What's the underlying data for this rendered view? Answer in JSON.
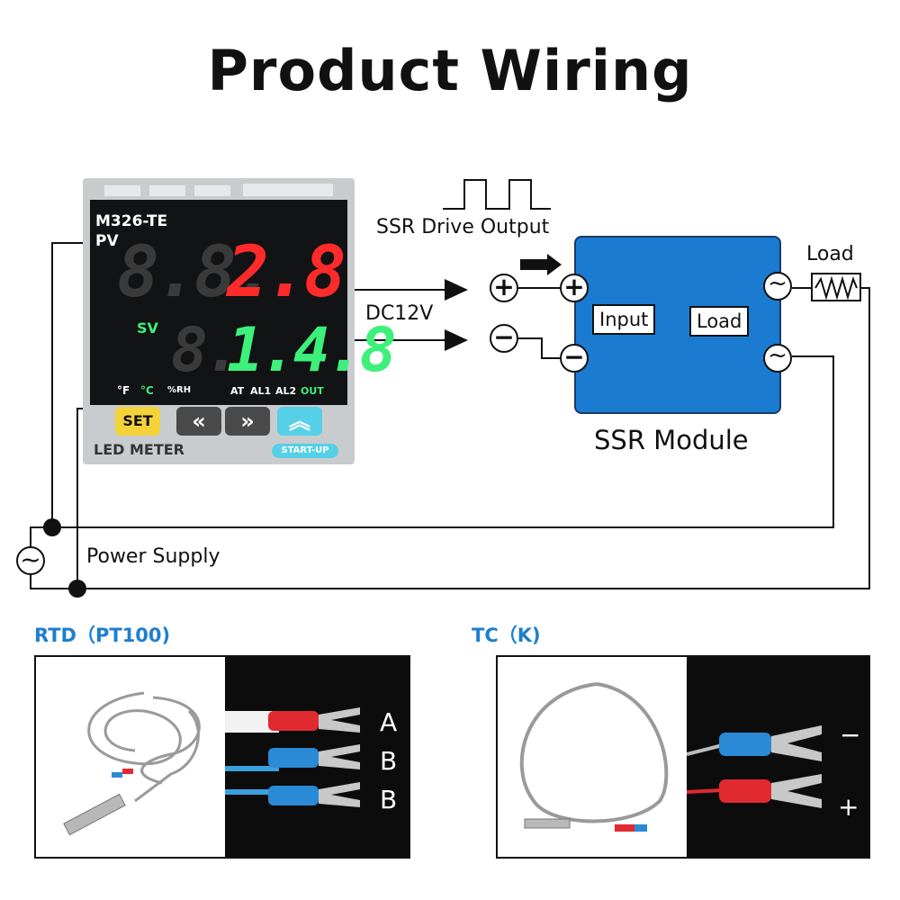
{
  "title": "Product Wiring",
  "controller": {
    "model": "M326-TE",
    "pv_label": "PV",
    "pv_dim": "8.8.",
    "pv_value": "2.8",
    "sv_label": "SV",
    "sv_dim": "8.",
    "sv_value": "1.4.8",
    "unit_f": "°F",
    "unit_c": "°C",
    "unit_rh": "%RH",
    "ind_at": "AT",
    "ind_al1": "AL1",
    "ind_al2": "AL2",
    "ind_out": "OUT",
    "btn_set": "SET",
    "btn_left": "«",
    "btn_right": "»",
    "btn_up": "︽",
    "startup": "START-UP",
    "brand": "LED METER"
  },
  "ssr": {
    "drive_output": "SSR Drive Output",
    "voltage": "DC12V",
    "plus": "+",
    "minus": "−",
    "input_label": "Input",
    "load_label": "Load",
    "ac": "~",
    "module_title": "SSR Module",
    "load_ext": "Load"
  },
  "power": {
    "label": "Power Supply",
    "ac": "~"
  },
  "sensors": {
    "rtd": {
      "title": "RTD（PT100)",
      "pins": [
        "A",
        "B",
        "B"
      ]
    },
    "tc": {
      "title": "TC（K)",
      "pins": [
        "−",
        "+"
      ]
    }
  },
  "colors": {
    "pv_red": "#ff2a2a",
    "sv_green": "#3df07a",
    "ssr_blue": "#1a7bd0",
    "set_yellow": "#f4d23a",
    "startup_cyan": "#55d0e6",
    "sensor_title_blue": "#1d7fcf",
    "terminal_red": "#e02a30",
    "terminal_blue": "#2a8ad6"
  }
}
